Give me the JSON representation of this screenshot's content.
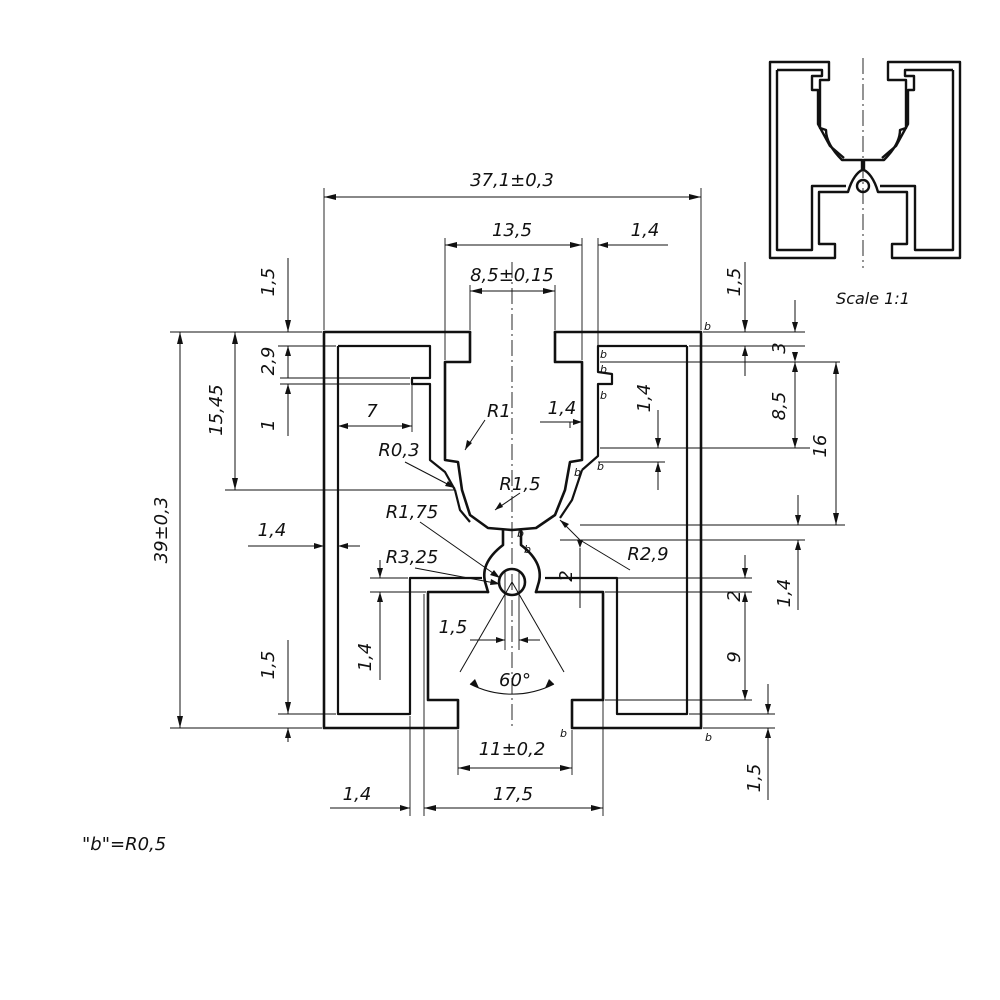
{
  "drawing": {
    "dimensions": {
      "overall_width": "37,1±0,3",
      "channel_width": "13,5",
      "right_wall_gap": "1,4",
      "neck_width": "8,5±0,15",
      "top_right_thickness": "1,5",
      "top_left_thickness": "1,5",
      "notch_top": "2,9",
      "notch_small": "1",
      "offset_15_45": "15,45",
      "left_depth": "7",
      "radius_1": "R1",
      "inner_wall": "1,4",
      "radius_0_3": "R0,3",
      "radius_1_5": "R1,5",
      "radius_1_75": "R1,75",
      "radius_2_9": "R2,9",
      "radius_3_25": "R3,25",
      "left_wall": "1,4",
      "overall_height": "39±0,3",
      "right_3": "3",
      "right_8_5": "8,5",
      "right_1_4_upper": "1,4",
      "right_16": "16",
      "right_1_4_lower": "1,4",
      "mid_2_a": "2",
      "mid_2_b": "2",
      "right_9": "9",
      "center_1_5": "1,5",
      "lower_left_1_4": "1,4",
      "bottom_left_1_5": "1,5",
      "angle_60": "60°",
      "slot_width": "11±0,2",
      "bottom_1_4": "1,4",
      "bottom_17_5": "17,5",
      "bottom_right_1_5": "1,5"
    },
    "radius_marker": "b",
    "radius_note": "\"b\"=R0,5",
    "scale_label": "Scale  1:1"
  }
}
